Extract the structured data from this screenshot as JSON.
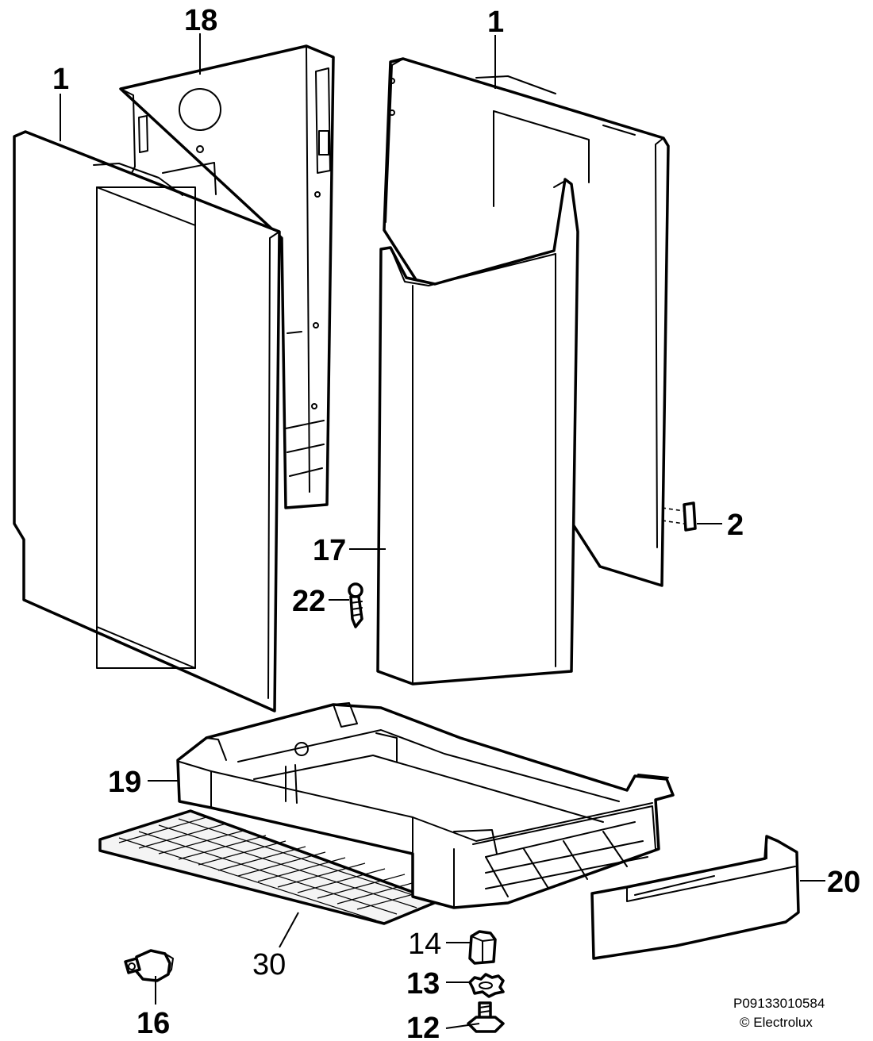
{
  "callouts": {
    "c1_left": "1",
    "c18": "18",
    "c1_right": "1",
    "c2": "2",
    "c17": "17",
    "c22": "22",
    "c19": "19",
    "c20": "20",
    "c14": "14",
    "c30": "30",
    "c13": "13",
    "c16": "16",
    "c12": "12"
  },
  "footer": {
    "code": "P09133010584",
    "copyright": "© Electrolux"
  }
}
